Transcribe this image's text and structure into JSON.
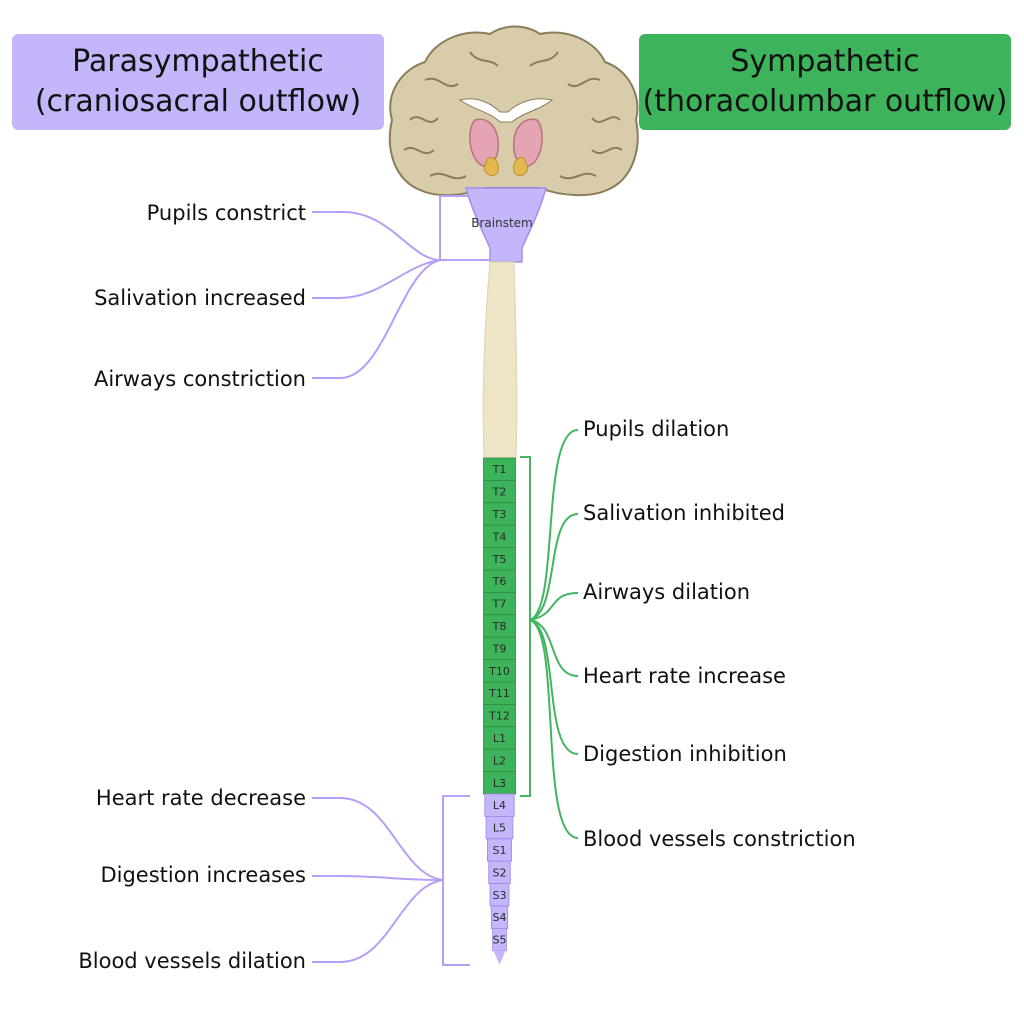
{
  "headers": {
    "parasympathetic": {
      "line1": "Parasympathetic",
      "line2": "(craniosacral outflow)"
    },
    "sympathetic": {
      "line1": "Sympathetic",
      "line2": "(thoracolumbar outflow)"
    }
  },
  "brain": {
    "brainstem_label": "Brainstem"
  },
  "segments": {
    "thoracic": [
      "T1",
      "T2",
      "T3",
      "T4",
      "T5",
      "T6",
      "T7",
      "T8",
      "T9",
      "T10",
      "T11",
      "T12"
    ],
    "lumbar_sympathetic": [
      "L1",
      "L2",
      "L3"
    ],
    "parasympathetic_sacral": [
      "L4",
      "L5",
      "S1",
      "S2",
      "S3",
      "S4",
      "S5"
    ]
  },
  "parasympathetic_cranial_effects": [
    "Pupils constrict",
    "Salivation increased",
    "Airways constriction"
  ],
  "parasympathetic_sacral_effects": [
    "Heart rate decrease",
    "Digestion increases",
    "Blood vessels dilation"
  ],
  "sympathetic_effects": [
    "Pupils dilation",
    "Salivation inhibited",
    "Airways dilation",
    "Heart rate increase",
    "Digestion inhibition",
    "Blood vessels constriction"
  ],
  "colors": {
    "parasympathetic": "#c5b6fb",
    "parasympathetic_line": "#b59ff7",
    "sympathetic": "#3db45c",
    "sympathetic_line": "#43b560",
    "brain_tissue": "#d8ccaa",
    "spinal_cord": "#efe4c6"
  }
}
